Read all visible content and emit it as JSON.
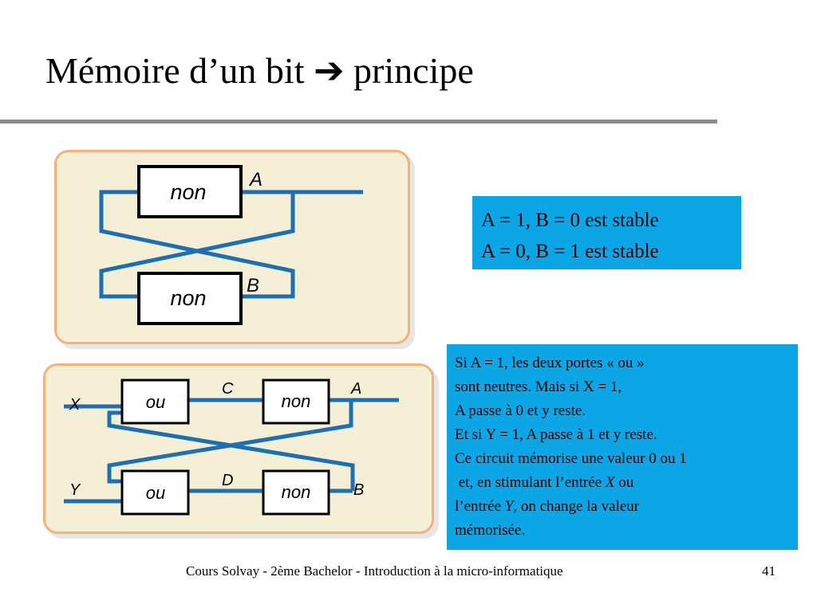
{
  "title": "Mémoire d’un bit",
  "title_arrow": "➔",
  "title_suffix": "principe",
  "top_diagram": {
    "gate1_label": "non",
    "gate2_label": "non",
    "output_a": "A",
    "output_b": "B"
  },
  "bottom_diagram": {
    "input_x": "X",
    "input_y": "Y",
    "or_gate1_label": "ou",
    "or_gate2_label": "ou",
    "not_gate1_label": "non",
    "not_gate2_label": "non",
    "wire_c": "C",
    "wire_d": "D",
    "output_a": "A",
    "output_b": "B"
  },
  "stable_box": {
    "lines": [
      "A = 1, B = 0 est stable",
      "A = 0, B = 1 est stable"
    ]
  },
  "explain_box": {
    "line1": "Si A = 1, les deux portes « ou »",
    "line2": "sont neutres. Mais si X = 1,",
    "line3": "A passe à 0 et y reste.",
    "line4": "Et si Y = 1, A passe à 1 et y reste.",
    "line5": "Ce circuit mémorise une valeur 0 ou 1",
    "line6_pre": " et, en stimulant l’entrée ",
    "line6_var": "X",
    "line6_post": " ou",
    "line7_pre": "l’entrée ",
    "line7_var": "Y",
    "line7_post": ", on change la valeur",
    "line8": "mémorisée."
  },
  "footer": "Cours Solvay - 2ème Bachelor - Introduction à la micro-informatique",
  "slide_number": "41",
  "colors": {
    "wire": "#1a6fb5",
    "panel_fill": "#f5efd6",
    "panel_border": "#f2b27c",
    "text_box": "#0aa6e6",
    "rule": "#8c8c8c"
  }
}
